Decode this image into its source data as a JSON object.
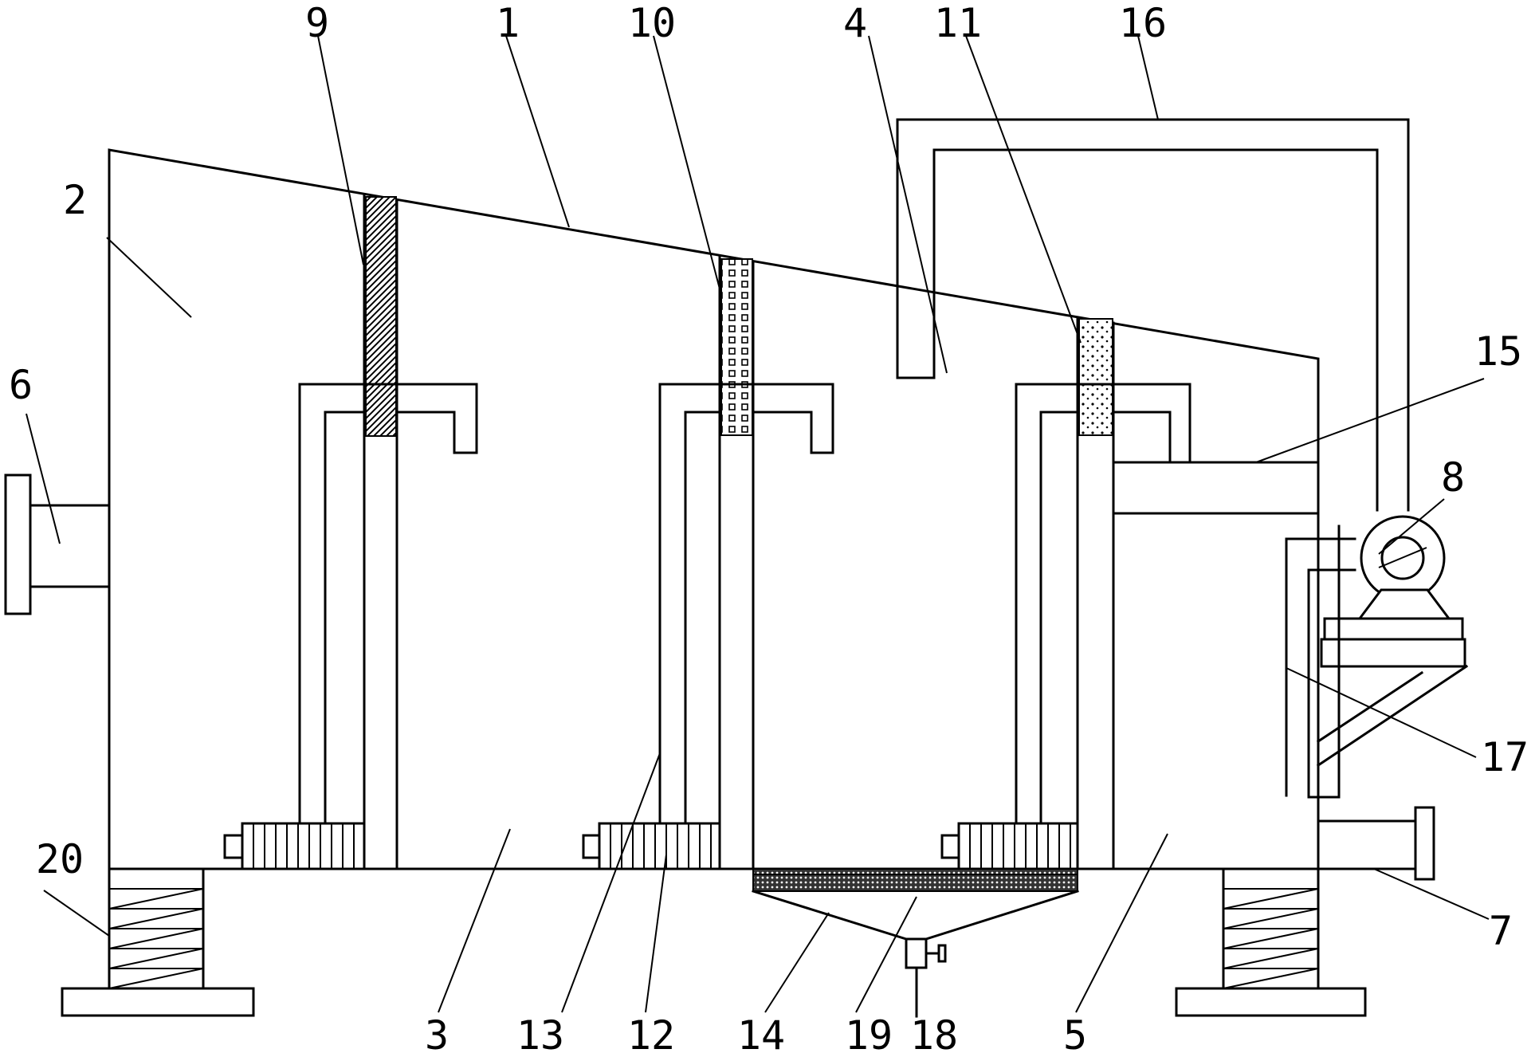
{
  "diagram": {
    "labels": [
      "9",
      "1",
      "10",
      "4",
      "11",
      "16",
      "2",
      "15",
      "6",
      "8",
      "17",
      "20",
      "7",
      "3",
      "13",
      "12",
      "14",
      "19",
      "18",
      "5"
    ]
  }
}
